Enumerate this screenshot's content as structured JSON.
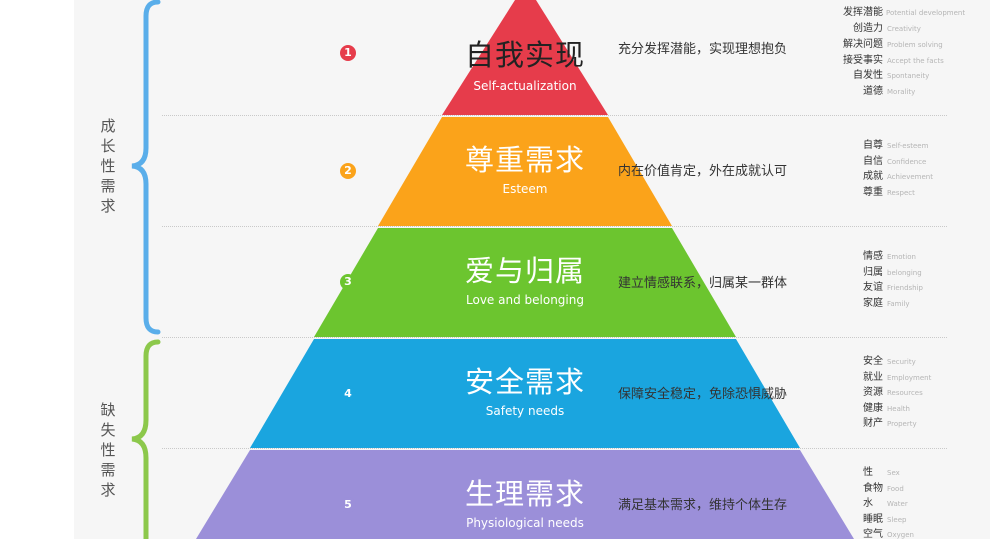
{
  "groups": [
    {
      "label": "成长性需求",
      "color": "#5aaeea"
    },
    {
      "label": "缺失性需求",
      "color": "#8cc84b"
    }
  ],
  "tiers": [
    {
      "num": "1",
      "title": "自我实现",
      "subtitle": "Self-actualization",
      "desc": "充分发挥潜能，实现理想抱负",
      "color": "#e63c4b",
      "title_color": "#222222",
      "keywords": [
        {
          "cn": "发挥潜能",
          "en": "Potential development"
        },
        {
          "cn": "创造力",
          "en": "Creativity"
        },
        {
          "cn": "解决问题",
          "en": "Problem solving"
        },
        {
          "cn": "接受事实",
          "en": "Accept the facts"
        },
        {
          "cn": "自发性",
          "en": "Spontaneity"
        },
        {
          "cn": "道德",
          "en": "Morality"
        }
      ]
    },
    {
      "num": "2",
      "title": "尊重需求",
      "subtitle": "Esteem",
      "desc": "内在价值肯定，外在成就认可",
      "color": "#fba31a",
      "title_color": "#ffffff",
      "keywords": [
        {
          "cn": "自尊",
          "en": "Self-esteem"
        },
        {
          "cn": "自信",
          "en": "Confidence"
        },
        {
          "cn": "成就",
          "en": "Achievement"
        },
        {
          "cn": "尊重",
          "en": "Respect"
        }
      ]
    },
    {
      "num": "3",
      "title": "爱与归属",
      "subtitle": "Love and belonging",
      "desc": "建立情感联系，归属某一群体",
      "color": "#6cc52f",
      "title_color": "#ffffff",
      "keywords": [
        {
          "cn": "情感",
          "en": "Emotion"
        },
        {
          "cn": "归属",
          "en": "belonging"
        },
        {
          "cn": "友谊",
          "en": "Friendship"
        },
        {
          "cn": "家庭",
          "en": "Family"
        }
      ]
    },
    {
      "num": "4",
      "title": "安全需求",
      "subtitle": "Safety needs",
      "desc": "保障安全稳定，免除恐惧威胁",
      "color": "#1aa5df",
      "title_color": "#ffffff",
      "keywords": [
        {
          "cn": "安全",
          "en": "Security"
        },
        {
          "cn": "就业",
          "en": "Employment"
        },
        {
          "cn": "资源",
          "en": "Resources"
        },
        {
          "cn": "健康",
          "en": "Health"
        },
        {
          "cn": "财产",
          "en": "Property"
        }
      ]
    },
    {
      "num": "5",
      "title": "生理需求",
      "subtitle": "Physiological needs",
      "desc": "满足基本需求，维持个体生存",
      "color": "#9b8fd9",
      "title_color": "#ffffff",
      "keywords": [
        {
          "cn": "性",
          "en": "Sex"
        },
        {
          "cn": "食物",
          "en": "Food"
        },
        {
          "cn": "水",
          "en": "Water"
        },
        {
          "cn": "睡眠",
          "en": "Sleep"
        },
        {
          "cn": "空气",
          "en": "Oxygen"
        }
      ]
    }
  ]
}
